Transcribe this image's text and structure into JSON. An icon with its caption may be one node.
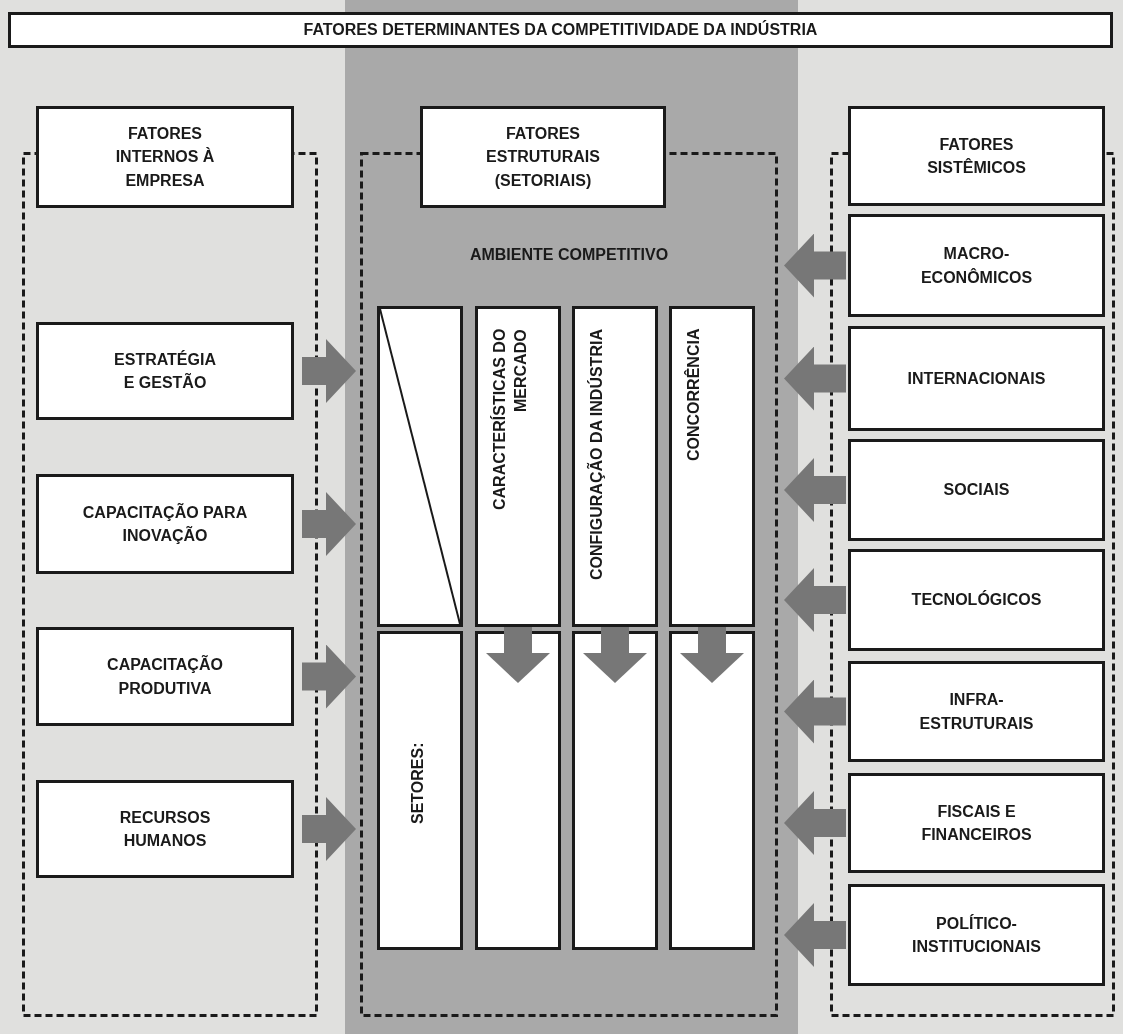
{
  "diagram": {
    "nodes": [
      {
        "text": [
          "FATORES DETERMINANTES DA COMPETITIVIDADE DA INDÚSTRIA"
        ]
      },
      {
        "text": [],
        "shape": "box"
      },
      {
        "text": [
          "FATORES INTERNOS À EMPRESA"
        ]
      },
      {
        "text": [
          "ESTRATÉGIA E GESTÃO"
        ],
        "in": 1
      },
      {
        "text": [
          "CAPACITAÇÃO PARA INOVAÇÃO"
        ],
        "in": 1
      },
      {
        "text": [
          "CAPACITAÇÃO PRODUTIVA"
        ],
        "in": 1
      },
      {
        "text": [
          "RECURSOS HUMANOS"
        ],
        "in": 1
      },
      {
        "text": [
          "AMBIENTE COMPETITIVO"
        ]
      },
      {
        "text": [
          "FATORES ESTRUTURAIS (SETORIAIS)"
        ]
      },
      {
        "text": [],
        "shape": "box",
        "in": 7
      },
      {
        "text": [
          "CARACTERÍSTICAS DO MERCADO"
        ],
        "in": 7
      },
      {
        "text": [
          "CONFIGURAÇÃO DA INDÚSTRIA"
        ],
        "in": 7
      },
      {
        "text": [
          "CONCORRÊNCIA"
        ],
        "in": 7
      },
      {
        "text": [
          "SETORES:"
        ],
        "in": 7
      },
      {
        "text": [],
        "shape": "box",
        "in": 7
      },
      {
        "text": [],
        "shape": "box",
        "in": 7
      },
      {
        "text": [],
        "shape": "box",
        "in": 7
      },
      {
        "text": [],
        "shape": "box"
      },
      {
        "text": [
          "FATORES SISTÊMICOS"
        ]
      },
      {
        "text": [
          "MACRO- ECONÔMICOS"
        ],
        "in": 17
      },
      {
        "text": [
          "INTERNACIONAIS"
        ],
        "in": 17
      },
      {
        "text": [
          "SOCIAIS"
        ],
        "in": 17
      },
      {
        "text": [
          "TECNOLÓGICOS"
        ],
        "in": 17
      },
      {
        "text": [
          "INFRA- ESTRUTURAIS"
        ],
        "in": 17
      },
      {
        "text": [
          "FISCAIS E FINANCEIROS"
        ],
        "in": 17
      },
      {
        "text": [
          "POLÍTICO- INSTITUCIONAIS"
        ],
        "in": 17
      }
    ],
    "edges": [
      {
        "from": 3,
        "to": 7,
        "arrow": "to"
      },
      {
        "from": 4,
        "to": 7,
        "arrow": "to"
      },
      {
        "from": 5,
        "to": 7,
        "arrow": "to"
      },
      {
        "from": 6,
        "to": 7,
        "arrow": "to"
      },
      {
        "from": 19,
        "to": 7,
        "arrow": "to"
      },
      {
        "from": 20,
        "to": 7,
        "arrow": "to"
      },
      {
        "from": 21,
        "to": 7,
        "arrow": "to"
      },
      {
        "from": 22,
        "to": 7,
        "arrow": "to"
      },
      {
        "from": 23,
        "to": 7,
        "arrow": "to"
      },
      {
        "from": 24,
        "to": 7,
        "arrow": "to"
      },
      {
        "from": 25,
        "to": 7,
        "arrow": "to"
      },
      {
        "from": 10,
        "to": 14,
        "arrow": "to"
      },
      {
        "from": 11,
        "to": 15,
        "arrow": "to"
      },
      {
        "from": 12,
        "to": 16,
        "arrow": "to"
      }
    ]
  }
}
